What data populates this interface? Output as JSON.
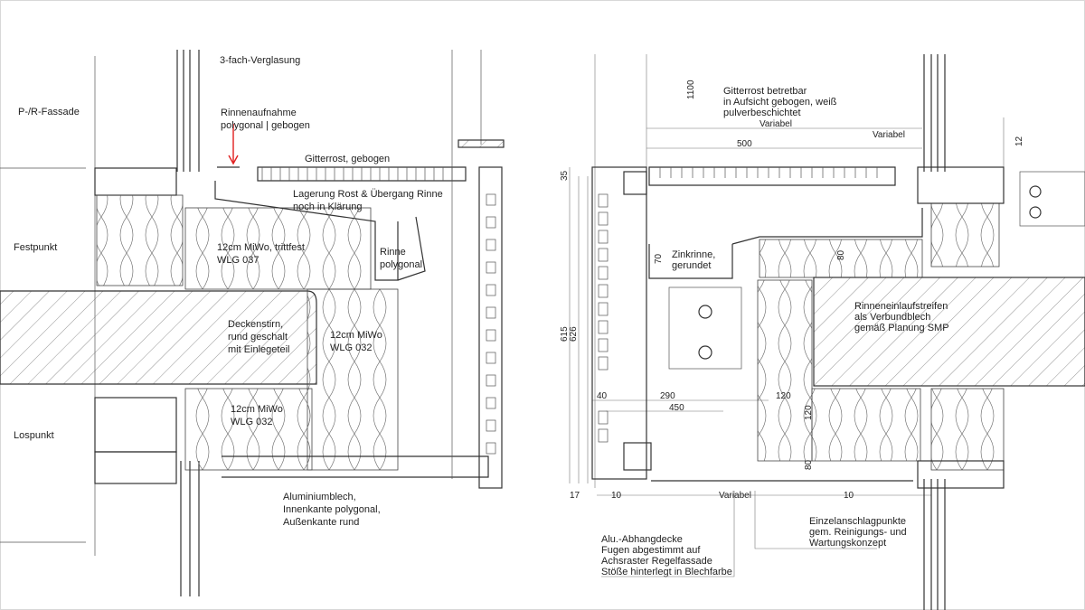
{
  "left_sketch": {
    "labels": {
      "verglasung": "3-fach-Verglasung",
      "fassade": "P-/R-Fassade",
      "rinnenaufnahme_1": "Rinnenaufnahme",
      "rinnenaufnahme_2": "polygonal | gebogen",
      "gitterrost": "Gitterrost, gebogen",
      "lagerung_1": "Lagerung Rost & Übergang Rinne",
      "lagerung_2": "noch in Klärung",
      "festpunkt": "Festpunkt",
      "miwo_top_1": "12cm MiWo, trittfest",
      "miwo_top_2": "WLG 037",
      "rinne_1": "Rinne",
      "rinne_2": "polygonal",
      "deckenstirn_1": "Deckenstirn,",
      "deckenstirn_2": "rund geschalt",
      "deckenstirn_3": "mit Einlegeteil",
      "miwo_right_1": "12cm MiWo",
      "miwo_right_2": "WLG 032",
      "miwo_bottom_1": "12cm MiWo",
      "miwo_bottom_2": "WLG 032",
      "lospunkt": "Lospunkt",
      "alu_1": "Aluminiumblech,",
      "alu_2": "Innenkante polygonal,",
      "alu_3": "Außenkante rund"
    },
    "arrow_color": "#e02020"
  },
  "right_drawing": {
    "labels": {
      "gitterrost_1": "Gitterrost betretbar",
      "gitterrost_2": "in Aufsicht gebogen, weiß",
      "gitterrost_3": "pulverbeschichtet",
      "zinkrinne_1": "Zinkrinne,",
      "zinkrinne_2": "gerundet",
      "rinneneinlauf_1": "Rinneneinlaufstreifen",
      "rinneneinlauf_2": "als Verbundblech",
      "rinneneinlauf_3": "gemäß Planung SMP",
      "abhang_1": "Alu.-Abhangdecke",
      "abhang_2": "Fugen abgestimmt auf",
      "abhang_3": "Achsraster Regelfassade",
      "abhang_4": "Stöße hinterlegt in Blechfarbe",
      "einzel_1": "Einzelanschlagpunkte",
      "einzel_2": "gem. Reinigungs- und",
      "einzel_3": "Wartungskonzept"
    },
    "dimensions": {
      "d1100": "1100",
      "variabel_top": "Variabel",
      "variabel_right": "Variabel",
      "d500": "500",
      "d12": "12",
      "d35": "35",
      "d70": "70",
      "d80_top": "80",
      "d615": "615",
      "d626": "626",
      "d40": "40",
      "d290": "290",
      "d450": "450",
      "d120_h": "120",
      "d120_v": "120",
      "d80_bottom": "80",
      "d17": "17",
      "d10_left": "10",
      "variabel_bottom": "Variabel",
      "d10_right": "10"
    }
  }
}
